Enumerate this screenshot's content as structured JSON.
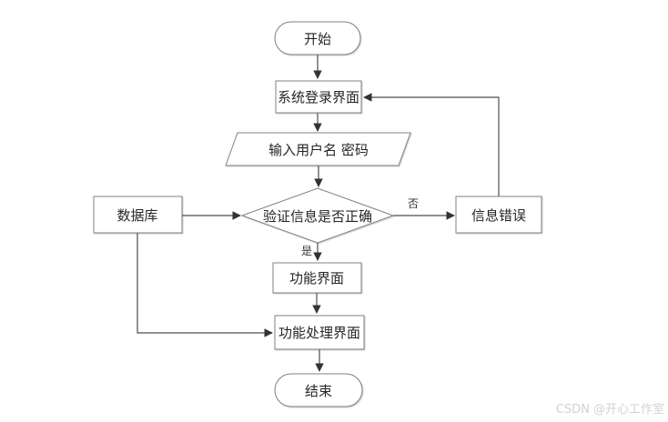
{
  "diagram": {
    "nodes": {
      "start": {
        "label": "开始",
        "type": "terminator"
      },
      "login": {
        "label": "系统登录界面",
        "type": "process"
      },
      "input_credentials": {
        "label": "输入用户名 密码",
        "type": "input"
      },
      "verify": {
        "label": "验证信息是否正确",
        "type": "decision"
      },
      "database": {
        "label": "数据库",
        "type": "process"
      },
      "info_error": {
        "label": "信息错误",
        "type": "process"
      },
      "function_ui": {
        "label": "功能界面",
        "type": "process"
      },
      "function_process_ui": {
        "label": "功能处理界面",
        "type": "process"
      },
      "end": {
        "label": "结束",
        "type": "terminator"
      }
    },
    "edge_labels": {
      "no": "否",
      "yes": "是"
    }
  },
  "watermark": {
    "text": "CSDN @开心工作室"
  },
  "colors": {
    "background": "#ffffff",
    "shape_border": "#808080",
    "connector": "#4d4d4d",
    "arrowhead": "#333333",
    "text": "#262626",
    "watermark_text": "#d2d2d2"
  }
}
